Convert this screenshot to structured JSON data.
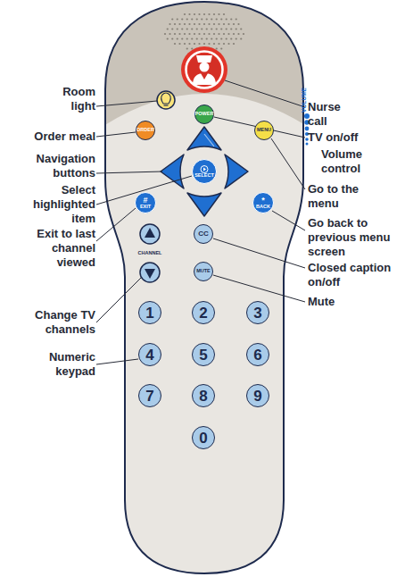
{
  "diagram": {
    "nodes": [
      {
        "text": [
          "POWER"
        ]
      },
      {
        "text": [
          "ORDER"
        ]
      },
      {
        "text": [
          "MENU"
        ]
      },
      {
        "text": [
          "SELECT"
        ]
      },
      {
        "text": [
          "#",
          "EXIT"
        ]
      },
      {
        "text": [
          "*",
          "BACK"
        ]
      },
      {
        "text": [
          "CC"
        ]
      },
      {
        "text": [
          "MUTE"
        ]
      },
      {
        "text": [
          "1"
        ]
      },
      {
        "text": [
          "2"
        ]
      },
      {
        "text": [
          "3"
        ]
      },
      {
        "text": [
          "4"
        ]
      },
      {
        "text": [
          "5"
        ]
      },
      {
        "text": [
          "6"
        ]
      },
      {
        "text": [
          "7"
        ]
      },
      {
        "text": [
          "8"
        ]
      },
      {
        "text": [
          "9"
        ]
      },
      {
        "text": [
          "0"
        ]
      }
    ],
    "labels": [
      "Room light",
      "Nurse call",
      "TV on/off",
      "Order meal",
      "VOLUME",
      "Volume control",
      "Navigation buttons",
      "Go to the menu",
      "Select highlighted item",
      "Go back to previous menu screen",
      "Exit to last channel viewed",
      "CHANNEL",
      "Closed caption on/off",
      "Mute",
      "Change TV channels",
      "Numeric keypad"
    ]
  }
}
